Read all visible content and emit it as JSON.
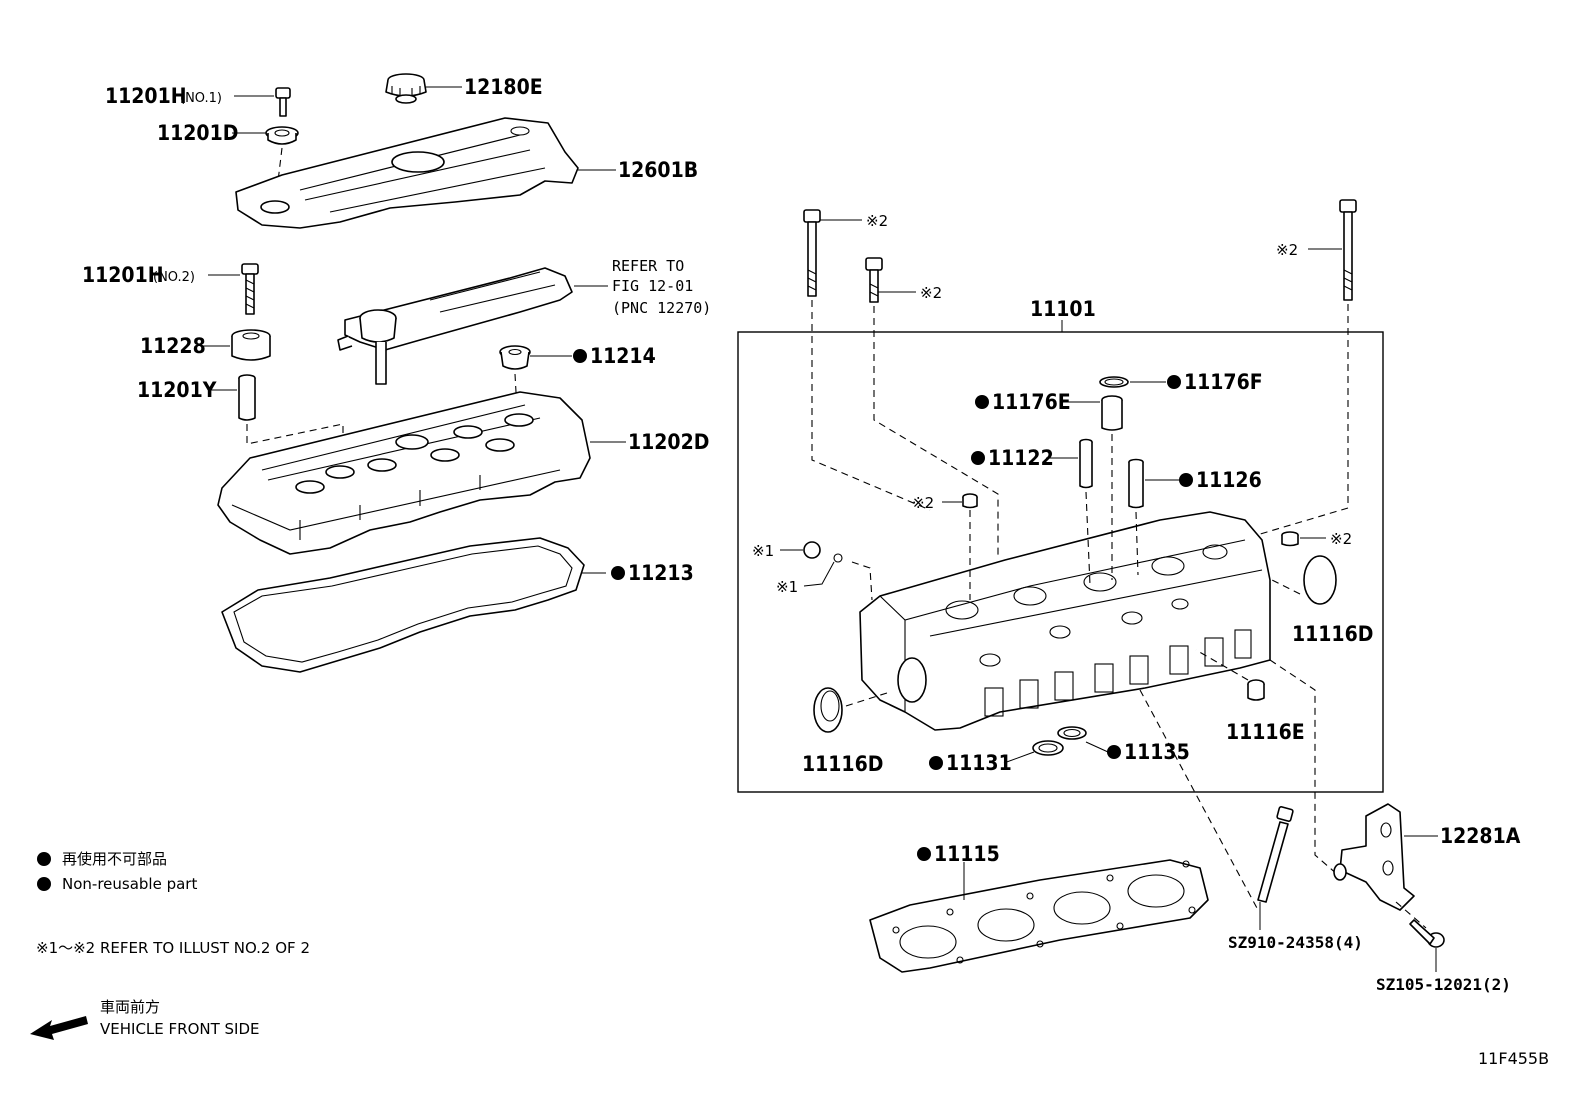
{
  "labels": {
    "p12180E": "12180E",
    "p11201H_no1": "11201H",
    "p11201H_no1_note": "(NO.1)",
    "p11201D": "11201D",
    "p12601B": "12601B",
    "p11201H_no2": "11201H",
    "p11201H_no2_note": "(NO.2)",
    "p11228": "11228",
    "p11201Y": "11201Y",
    "p11214": "11214",
    "p11202D": "11202D",
    "p11213": "11213",
    "ref_line1": "REFER TO",
    "ref_line2": "FIG 12-01",
    "ref_line3": "(PNC 12270)",
    "p11101": "11101",
    "p11176F": "11176F",
    "p11176E": "11176E",
    "p11122": "11122",
    "p11126": "11126",
    "p11116D_right": "11116D",
    "p11116D_left": "11116D",
    "p11116E": "11116E",
    "p11131": "11131",
    "p11135": "11135",
    "p11115": "11115",
    "p12281A": "12281A",
    "sz910": "SZ910-24358(4)",
    "sz105": "SZ105-12021(2)",
    "ref2_a": "※2",
    "ref2_b": "※2",
    "ref2_c": "※2",
    "ref2_d": "※2",
    "ref2_e": "※2",
    "ref1_a": "※1",
    "ref1_b": "※1",
    "figure_code": "11F455B"
  },
  "legend": {
    "non_reusable_jp": "再使用不可部品",
    "non_reusable_en": "Non-reusable part",
    "refer_note": "※1～※2 REFER TO ILLUST NO.2 OF 2",
    "front_jp": "車両前方",
    "front_en": "VEHICLE FRONT SIDE"
  },
  "icons": [
    "non-reusable-dot-icon",
    "vehicle-front-arrow-icon"
  ]
}
